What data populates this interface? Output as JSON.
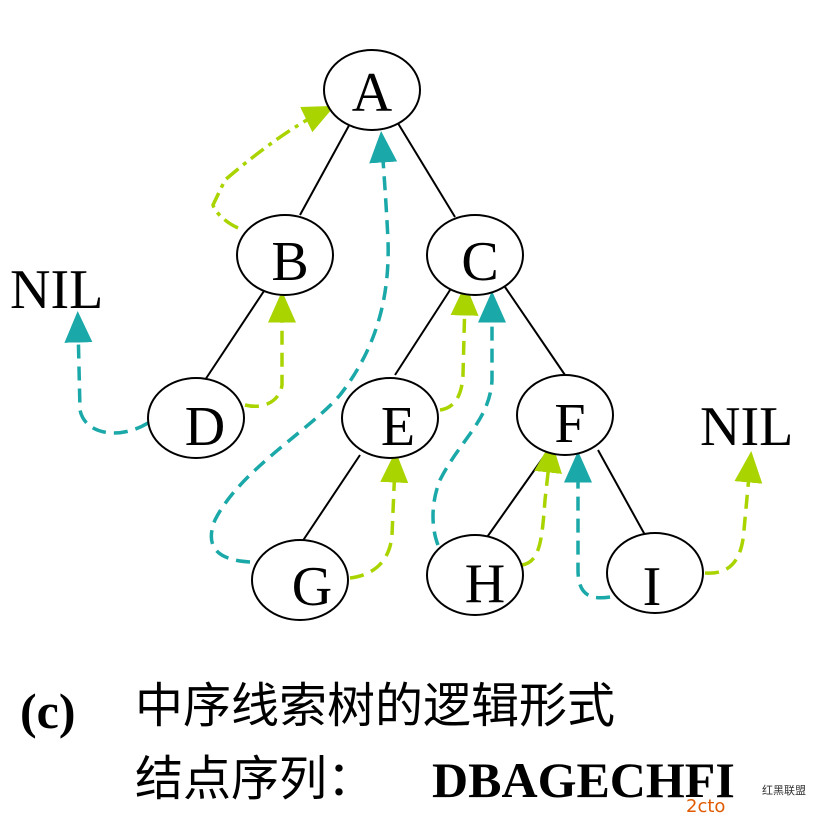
{
  "nodes": [
    {
      "id": "A",
      "label": "A"
    },
    {
      "id": "B",
      "label": "B"
    },
    {
      "id": "C",
      "label": "C"
    },
    {
      "id": "D",
      "label": "D"
    },
    {
      "id": "E",
      "label": "E"
    },
    {
      "id": "F",
      "label": "F"
    },
    {
      "id": "G",
      "label": "G"
    },
    {
      "id": "H",
      "label": "H"
    },
    {
      "id": "I",
      "label": "I"
    }
  ],
  "nil_left": "NIL",
  "nil_right": "NIL",
  "caption": {
    "tag": "(c)",
    "title": "中序线索树的逻辑形式",
    "sequence_label": "结点序列：",
    "sequence": "DBAGECHFI"
  },
  "watermark": {
    "brand": "2cto",
    "tagline": "红黑联盟"
  },
  "colors": {
    "predecessor_thread": "#1aa8a8",
    "successor_thread": "#aad400",
    "edge": "#000000"
  }
}
